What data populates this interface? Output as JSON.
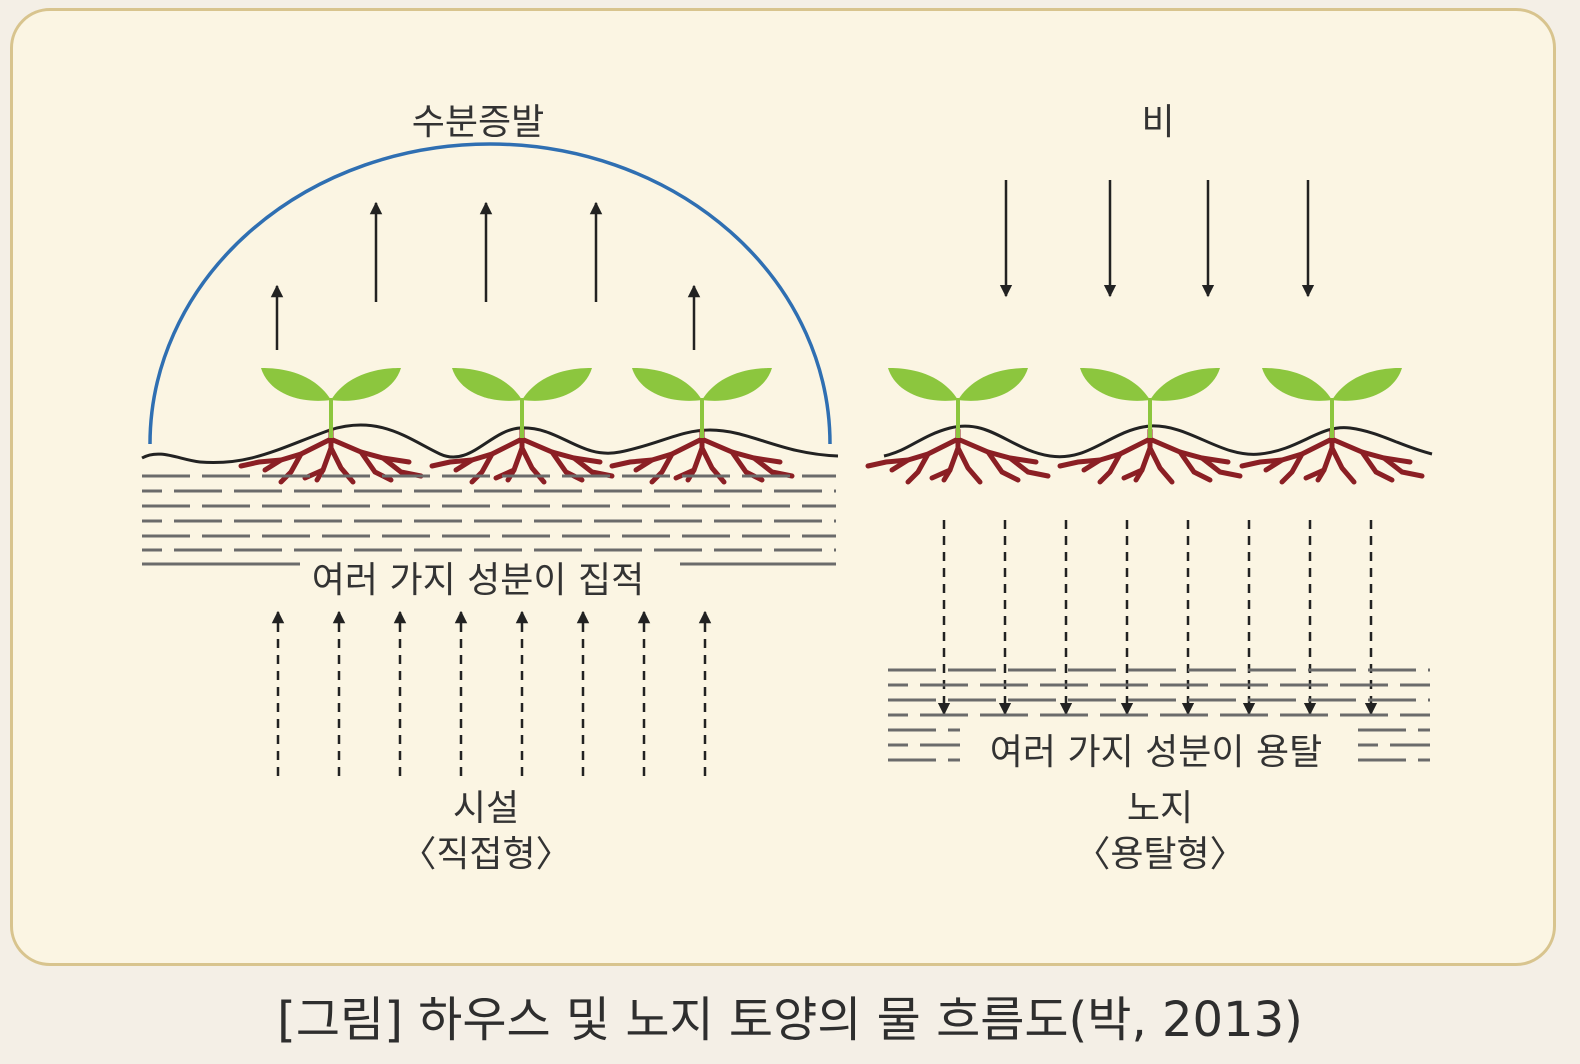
{
  "diagram": {
    "left": {
      "top_label": "수분증발",
      "mid_label": "여러 가지 성분이 집적",
      "bottom_title": "시설",
      "bottom_subtitle": "〈직접형〉"
    },
    "right": {
      "top_label": "비",
      "mid_label": "여러 가지 성분이 용탈",
      "bottom_title": "노지",
      "bottom_subtitle": "〈용탈형〉"
    }
  },
  "caption": "[그림] 하우스 및 노지 토양의 물 흐름도(박, 2013)",
  "colors": {
    "background": "#f4efe6",
    "panel": "#fbf5e3",
    "panel_border": "#d8c48e",
    "dome": "#2f6fb2",
    "leaf": "#8cc63e",
    "root": "#8b1f24",
    "line": "#222222",
    "soil": "#6b6b6b"
  }
}
